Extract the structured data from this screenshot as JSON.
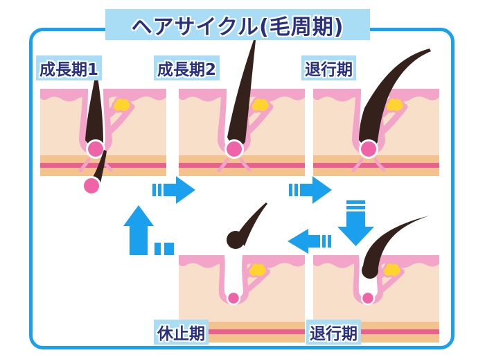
{
  "title": "ヘアサイクル(毛周期)",
  "stages": [
    {
      "label": "成長期1",
      "position": "top-left",
      "meaning": "anagen-1"
    },
    {
      "label": "成長期2",
      "position": "top-center",
      "meaning": "anagen-2"
    },
    {
      "label": "退行期",
      "position": "top-right",
      "meaning": "catagen"
    },
    {
      "label": "退行期",
      "position": "bottom-right",
      "meaning": "catagen-late"
    },
    {
      "label": "休止期",
      "position": "bottom-center",
      "meaning": "telogen"
    }
  ],
  "cycle_arrows": [
    {
      "icon": "arrow-right-icon",
      "from": "成長期1",
      "to": "成長期2"
    },
    {
      "icon": "arrow-right-icon",
      "from": "成長期2",
      "to": "退行期"
    },
    {
      "icon": "arrow-down-icon",
      "from": "退行期",
      "to": "退行期(下)"
    },
    {
      "icon": "arrow-left-icon",
      "from": "退行期(下)",
      "to": "休止期"
    },
    {
      "icon": "arrow-up-icon",
      "from": "休止期",
      "to": "成長期1"
    }
  ],
  "colors": {
    "frame_blue": "#1AA0EC",
    "arrow_blue": "#1AA0EC",
    "label_bg": "#A9DCF5",
    "label_text": "#28307E",
    "epidermis_pink": "#F2A5C9",
    "dermis_skin": "#F8DFC9",
    "subcutis_band": "#F4C28F",
    "stripe_pink": "#E9618F",
    "papilla_pink": "#EE64A6",
    "gland_yellow": "#FFD42E",
    "hair_dark": "#35211C"
  }
}
